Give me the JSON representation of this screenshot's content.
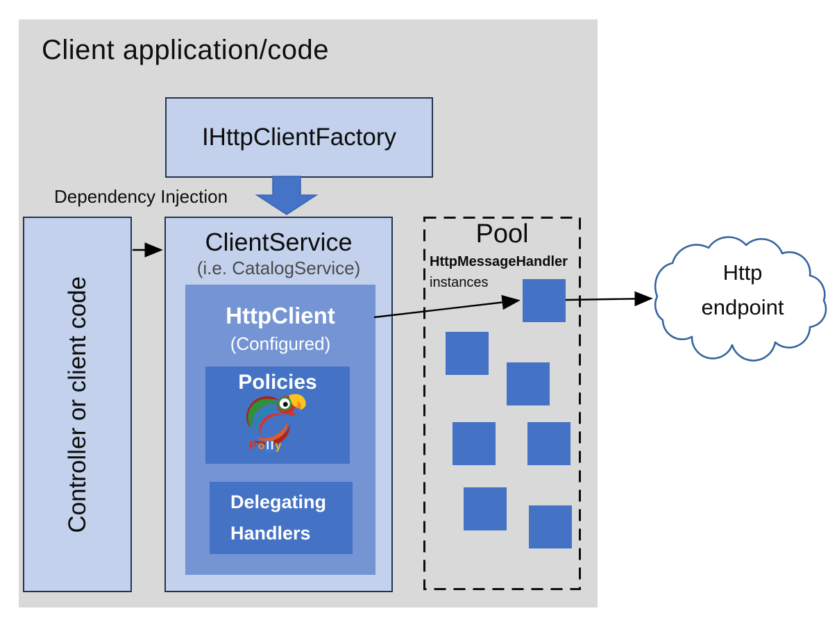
{
  "app": {
    "title": "Client application/code"
  },
  "factory": {
    "label": "IHttpClientFactory"
  },
  "dependency_injection": {
    "label": "Dependency Injection"
  },
  "controller": {
    "label": "Controller or client code"
  },
  "client_service": {
    "title": "ClientService",
    "subtitle": "(i.e. CatalogService)"
  },
  "http_client": {
    "title": "HttpClient",
    "subtitle": "(Configured)"
  },
  "policies": {
    "label": "Policies",
    "logo": "polly-parrot-logo",
    "logo_word": [
      {
        "ch": "P",
        "color": "#d23228",
        "bg": ""
      },
      {
        "ch": "o",
        "color": "#f08c1e",
        "bg": ""
      },
      {
        "ch": "l",
        "color": "#ffffff",
        "bg": "#3f7ad6"
      },
      {
        "ch": "l",
        "color": "#ffffff",
        "bg": "#3f7ad6"
      },
      {
        "ch": "y",
        "color": "#f3b71c",
        "bg": ""
      }
    ]
  },
  "delegating_handlers": {
    "line1": "Delegating",
    "line2": "Handlers"
  },
  "pool": {
    "title": "Pool",
    "type_label": "HttpMessageHandler",
    "subtitle": "instances",
    "instance_count": 7
  },
  "endpoint": {
    "line1": "Http",
    "line2": "endpoint"
  },
  "colors": {
    "background_gray": "#d9d9d9",
    "box_light_blue": "#c3d1ec",
    "box_medium_blue": "#7494d3",
    "accent_blue": "#4472c4",
    "cloud_stroke": "#35659e",
    "border_dark": "#22324f"
  }
}
